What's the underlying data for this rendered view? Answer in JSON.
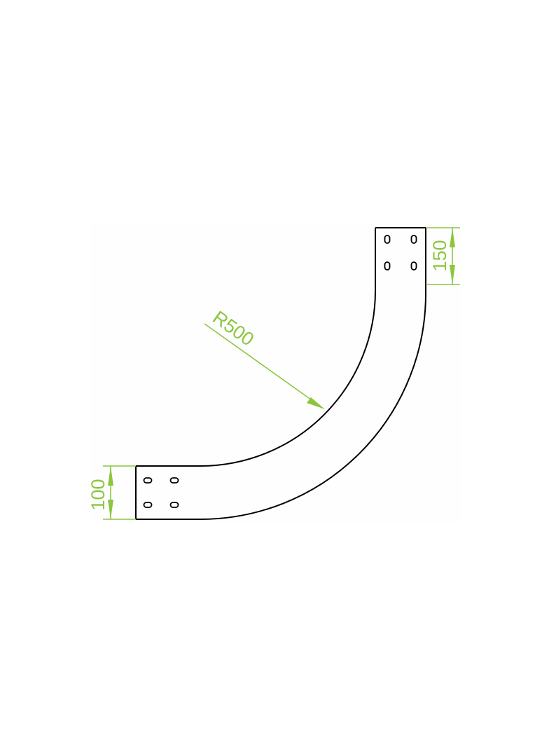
{
  "drawing": {
    "colors": {
      "background": "#ffffff",
      "sheet": "#fefefe",
      "outline": "#000000",
      "dimension": "#8cc63f"
    },
    "dimensions": {
      "radius_label": "R500",
      "width_bottom_label": "100",
      "width_top_label": "150"
    }
  }
}
